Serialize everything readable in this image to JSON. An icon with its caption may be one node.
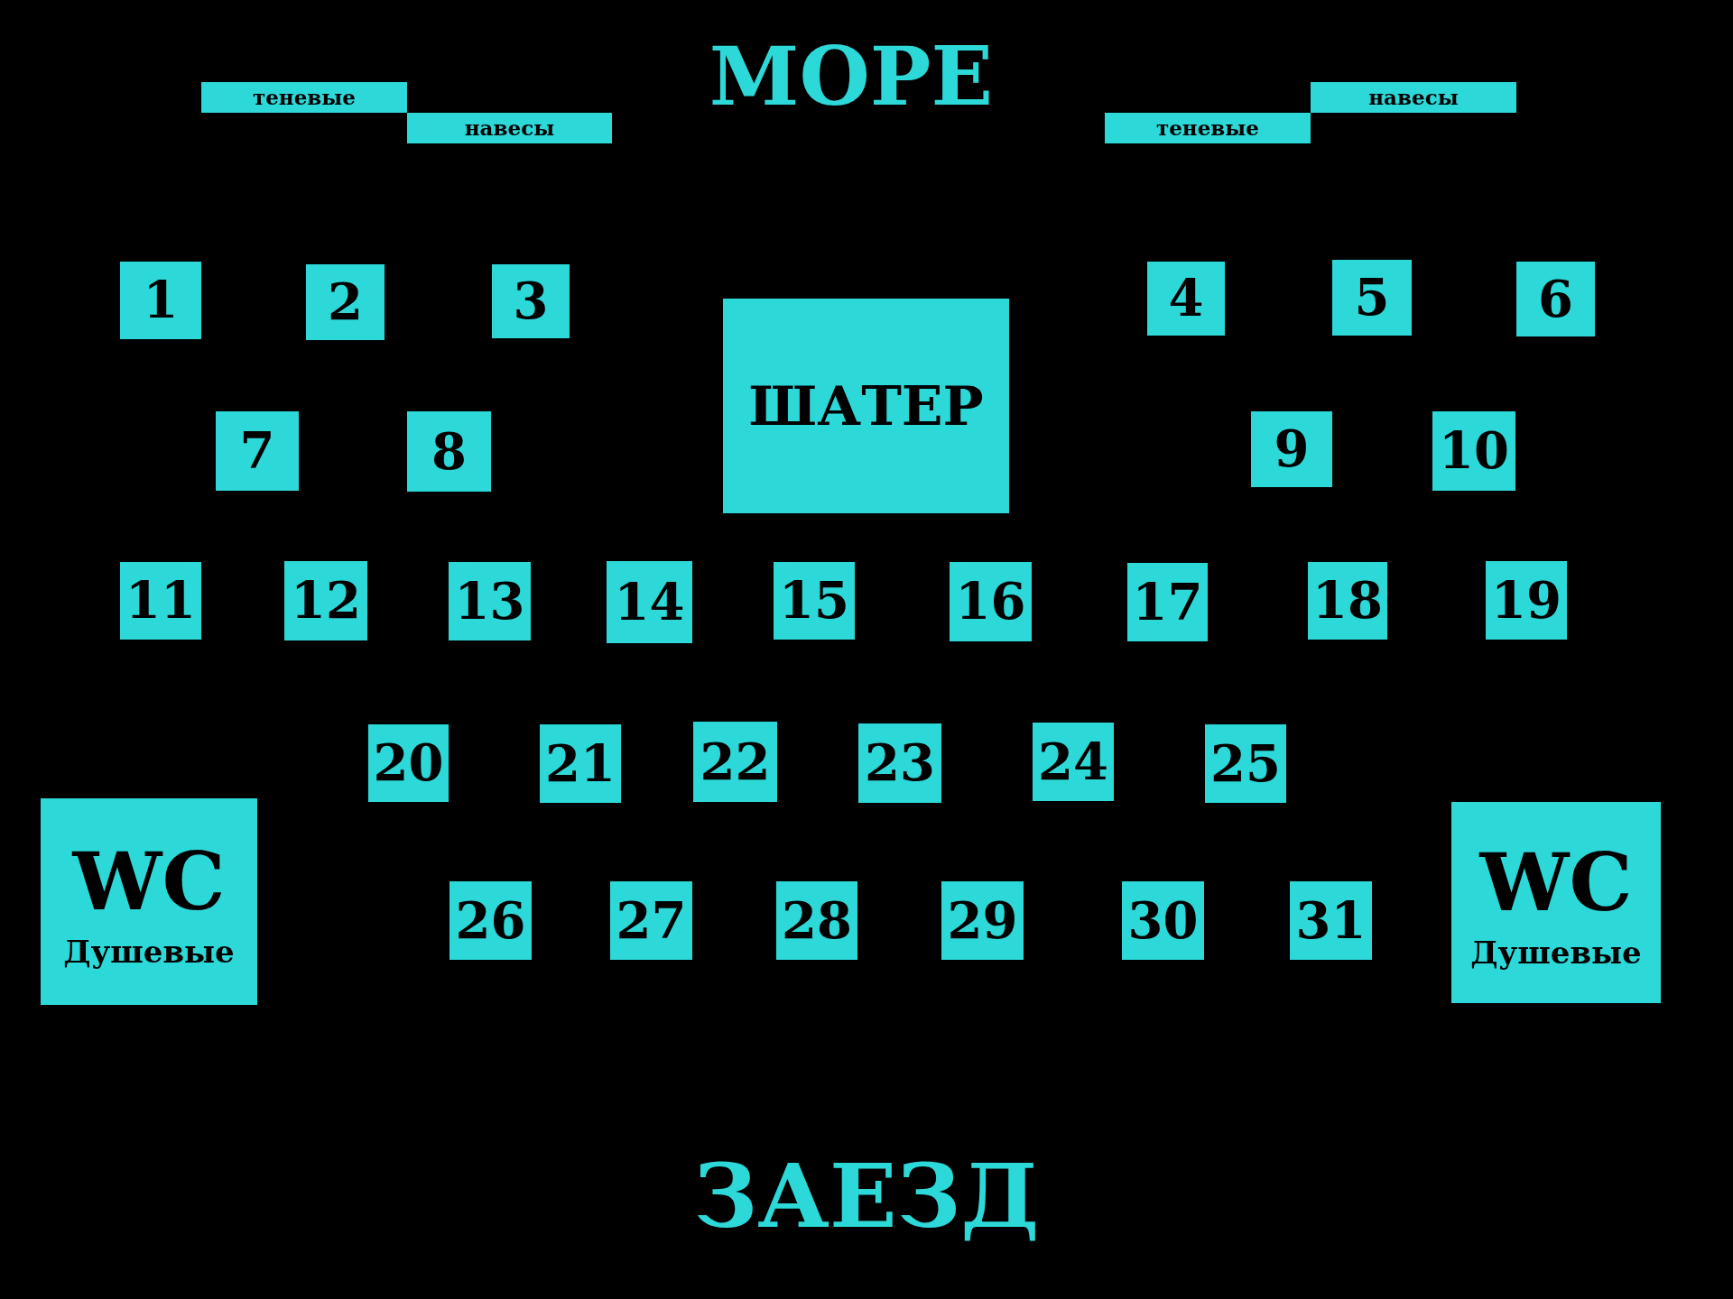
{
  "diagram": {
    "nodes": [
      {
        "text": [
          "теневые"
        ]
      },
      {
        "text": [
          "навесы"
        ]
      },
      {
        "text": [
          "теневые"
        ]
      },
      {
        "text": [
          "навесы"
        ]
      },
      {
        "text": [
          "1"
        ]
      },
      {
        "text": [
          "2"
        ]
      },
      {
        "text": [
          "3"
        ]
      },
      {
        "text": [
          "ШАТЕР"
        ]
      },
      {
        "text": [
          "4"
        ]
      },
      {
        "text": [
          "5"
        ]
      },
      {
        "text": [
          "6"
        ]
      },
      {
        "text": [
          "7"
        ]
      },
      {
        "text": [
          "8"
        ]
      },
      {
        "text": [
          "9"
        ]
      },
      {
        "text": [
          "10"
        ]
      },
      {
        "text": [
          "11"
        ]
      },
      {
        "text": [
          "12"
        ]
      },
      {
        "text": [
          "13"
        ]
      },
      {
        "text": [
          "14"
        ]
      },
      {
        "text": [
          "15"
        ]
      },
      {
        "text": [
          "16"
        ]
      },
      {
        "text": [
          "17"
        ]
      },
      {
        "text": [
          "18"
        ]
      },
      {
        "text": [
          "19"
        ]
      },
      {
        "text": [
          "20"
        ]
      },
      {
        "text": [
          "21"
        ]
      },
      {
        "text": [
          "22"
        ]
      },
      {
        "text": [
          "23"
        ]
      },
      {
        "text": [
          "24"
        ]
      },
      {
        "text": [
          "25"
        ]
      },
      {
        "text": [
          "WC",
          "Душевые"
        ]
      },
      {
        "text": [
          "26"
        ]
      },
      {
        "text": [
          "27"
        ]
      },
      {
        "text": [
          "28"
        ]
      },
      {
        "text": [
          "29"
        ]
      },
      {
        "text": [
          "30"
        ]
      },
      {
        "text": [
          "31"
        ]
      },
      {
        "text": [
          "WC",
          "Душевые"
        ]
      }
    ],
    "edges": [],
    "labels": [
      "МОРЕ",
      "ЗАЕЗД"
    ]
  }
}
